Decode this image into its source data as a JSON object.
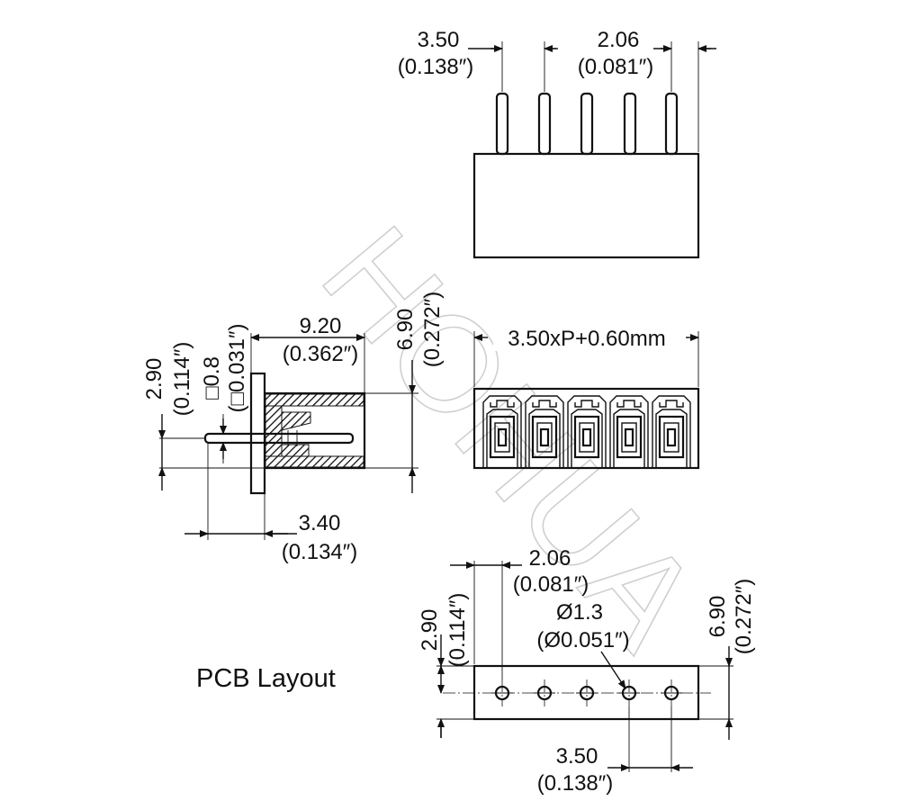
{
  "watermark": "HOHUA",
  "top_view": {
    "pitch_mm": "3.50",
    "pitch_in": "(0.138″)",
    "edge_mm": "2.06",
    "edge_in": "(0.081″)"
  },
  "side_view": {
    "depth_mm": "9.20",
    "depth_in": "(0.362″)",
    "height_mm": "6.90",
    "height_in": "(0.272″)",
    "pin_offset_mm": "2.90",
    "pin_offset_in": "(0.114″)",
    "pin_square_mm": "□0.8",
    "pin_square_in": "(□0.031″)",
    "tail_mm": "3.40",
    "tail_in": "(0.134″)"
  },
  "front_view": {
    "length_formula": "3.50xP+0.60mm"
  },
  "pcb_layout": {
    "title": "PCB Layout",
    "edge_mm": "2.06",
    "edge_in": "(0.081″)",
    "hole_mm": "Ø1.3",
    "hole_in": "(Ø0.051″)",
    "height_mm": "6.90",
    "height_in": "(0.272″)",
    "row_offset_mm": "2.90",
    "row_offset_in": "(0.114″)",
    "pitch_mm": "3.50",
    "pitch_in": "(0.138″)"
  }
}
